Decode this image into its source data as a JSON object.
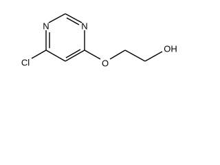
{
  "molecule": {
    "atoms": {
      "n_top_left": "N",
      "n_top_right": "N",
      "chlorine": "Cl",
      "ether_oxygen": "O",
      "hydroxyl": "OH"
    }
  }
}
